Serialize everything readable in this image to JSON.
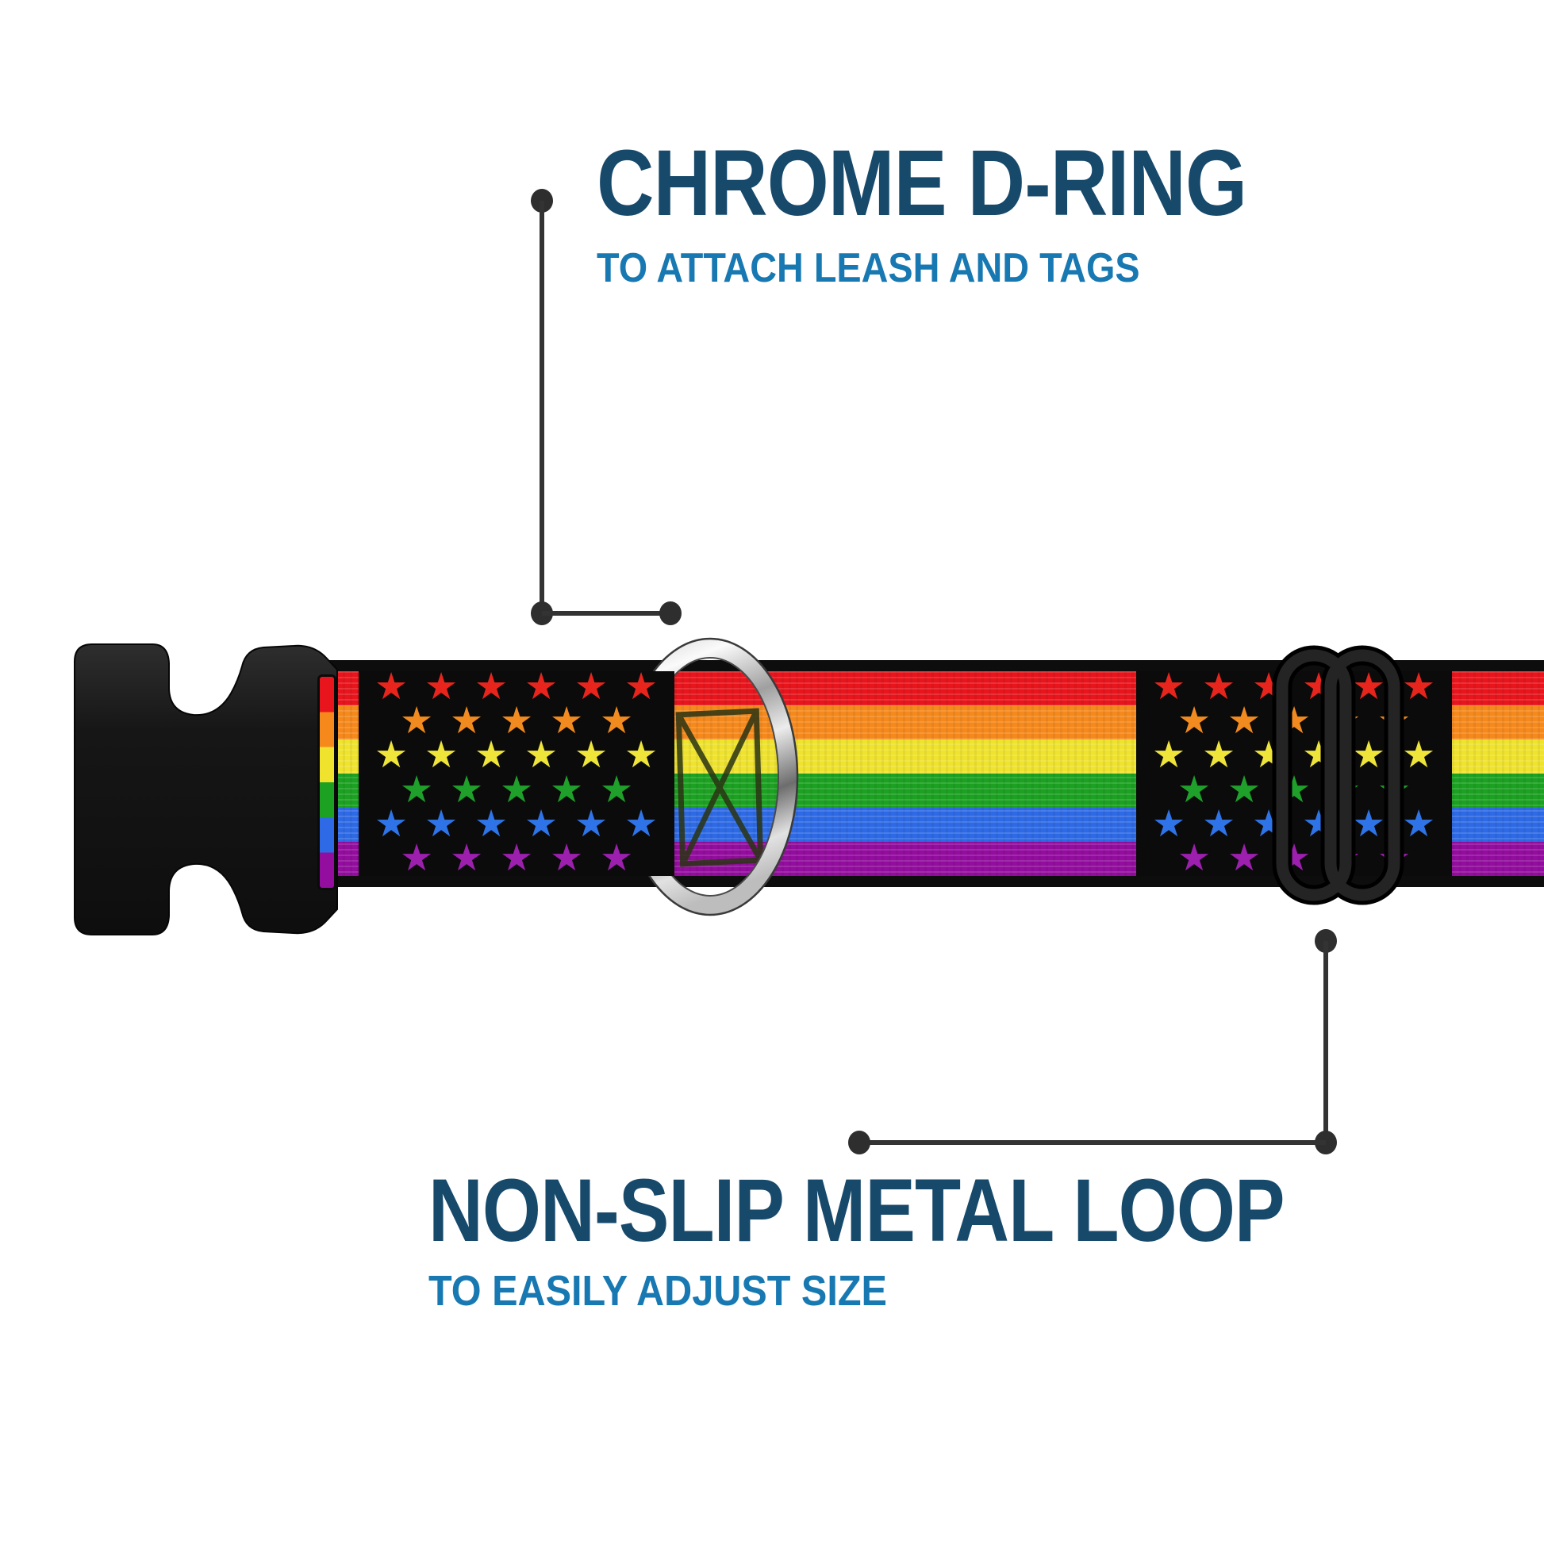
{
  "background": "#ffffff",
  "top_callout": {
    "title": "CHROME D-RING",
    "subtitle": "TO ATTACH LEASH AND TAGS"
  },
  "bottom_callout": {
    "title": "NON-SLIP METAL LOOP",
    "subtitle": "TO EASILY ADJUST SIZE"
  },
  "colors": {
    "title": "#17496b",
    "subtitle": "#1879b2",
    "callout_line": "#333333",
    "callout_dot": "#2e2e2e",
    "webbing_edge": "#0d0d0d",
    "star_field_bg": "#0b0b0b",
    "stitch": "#2a3413",
    "plastic": "#161616",
    "plastic_highlight": "#2e2e2e",
    "chrome_light": "#fafafa",
    "chrome_mid": "#9f9f9f",
    "chrome_dark": "#6d6d6d",
    "chrome_edge": "#3a3a3a"
  },
  "collar": {
    "star_glyph": "★",
    "stripe_colors": [
      "#e8151c",
      "#f6891c",
      "#efe32e",
      "#1ca122",
      "#2e6ae6",
      "#930d9e"
    ],
    "star_row_colors": [
      "#e8251d",
      "#f28b1f",
      "#efe53a",
      "#1fa02a",
      "#2e74e8",
      "#9c1fae"
    ],
    "star_row_offsets": [
      0,
      1,
      0,
      1,
      0,
      1
    ]
  }
}
